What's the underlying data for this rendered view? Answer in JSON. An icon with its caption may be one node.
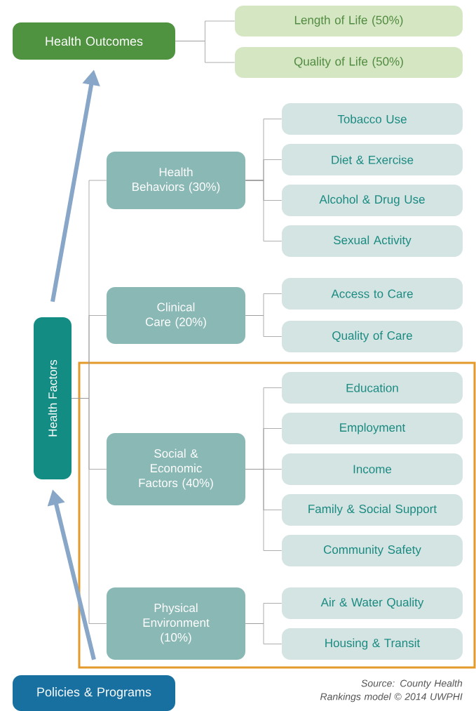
{
  "diagram": {
    "nodes": [
      {
        "text": [
          "Health Outcomes"
        ]
      },
      {
        "text": [
          "Length of Life (50%)"
        ]
      },
      {
        "text": [
          "Quality of Life (50%)"
        ]
      },
      {
        "text": [
          "Health Factors"
        ]
      },
      {
        "text": [
          "Health Behaviors (30%)"
        ]
      },
      {
        "text": [
          "Tobacco Use"
        ]
      },
      {
        "text": [
          "Diet & Exercise"
        ]
      },
      {
        "text": [
          "Alcohol & Drug Use"
        ]
      },
      {
        "text": [
          "Sexual Activity"
        ]
      },
      {
        "text": [
          "Clinical Care (20%)"
        ]
      },
      {
        "text": [
          "Access to Care"
        ]
      },
      {
        "text": [
          "Quality of Care"
        ]
      },
      {
        "text": [
          "Social & Economic Factors (40%)"
        ]
      },
      {
        "text": [
          "Education"
        ]
      },
      {
        "text": [
          "Employment"
        ]
      },
      {
        "text": [
          "Income"
        ]
      },
      {
        "text": [
          "Family & Social Support"
        ]
      },
      {
        "text": [
          "Community Safety"
        ]
      },
      {
        "text": [
          "Physical Environment (10%)"
        ]
      },
      {
        "text": [
          "Air & Water Quality"
        ]
      },
      {
        "text": [
          "Housing & Transit"
        ]
      },
      {
        "text": [
          "Policies & Programs"
        ]
      }
    ],
    "edges": [
      {
        "from": 0,
        "to": 1,
        "arrow": "none"
      },
      {
        "from": 0,
        "to": 2,
        "arrow": "none"
      },
      {
        "from": 3,
        "to": 4,
        "arrow": "none"
      },
      {
        "from": 3,
        "to": 9,
        "arrow": "none"
      },
      {
        "from": 3,
        "to": 12,
        "arrow": "none"
      },
      {
        "from": 3,
        "to": 18,
        "arrow": "none"
      },
      {
        "from": 4,
        "to": 5,
        "arrow": "none"
      },
      {
        "from": 4,
        "to": 6,
        "arrow": "none"
      },
      {
        "from": 4,
        "to": 7,
        "arrow": "none"
      },
      {
        "from": 4,
        "to": 8,
        "arrow": "none"
      },
      {
        "from": 9,
        "to": 10,
        "arrow": "none"
      },
      {
        "from": 9,
        "to": 11,
        "arrow": "none"
      },
      {
        "from": 12,
        "to": 13,
        "arrow": "none"
      },
      {
        "from": 12,
        "to": 14,
        "arrow": "none"
      },
      {
        "from": 12,
        "to": 15,
        "arrow": "none"
      },
      {
        "from": 12,
        "to": 16,
        "arrow": "none"
      },
      {
        "from": 12,
        "to": 17,
        "arrow": "none"
      },
      {
        "from": 18,
        "to": 19,
        "arrow": "none"
      },
      {
        "from": 18,
        "to": 20,
        "arrow": "none"
      },
      {
        "from": 3,
        "to": 0,
        "arrow": "to",
        "style": "thick",
        "color": "#88a6c8"
      },
      {
        "from": 21,
        "to": 3,
        "arrow": "to",
        "style": "thick",
        "color": "#88a6c8"
      }
    ],
    "labels": [
      "Source: County Health Rankings model © 2014 UWPHI"
    ]
  }
}
